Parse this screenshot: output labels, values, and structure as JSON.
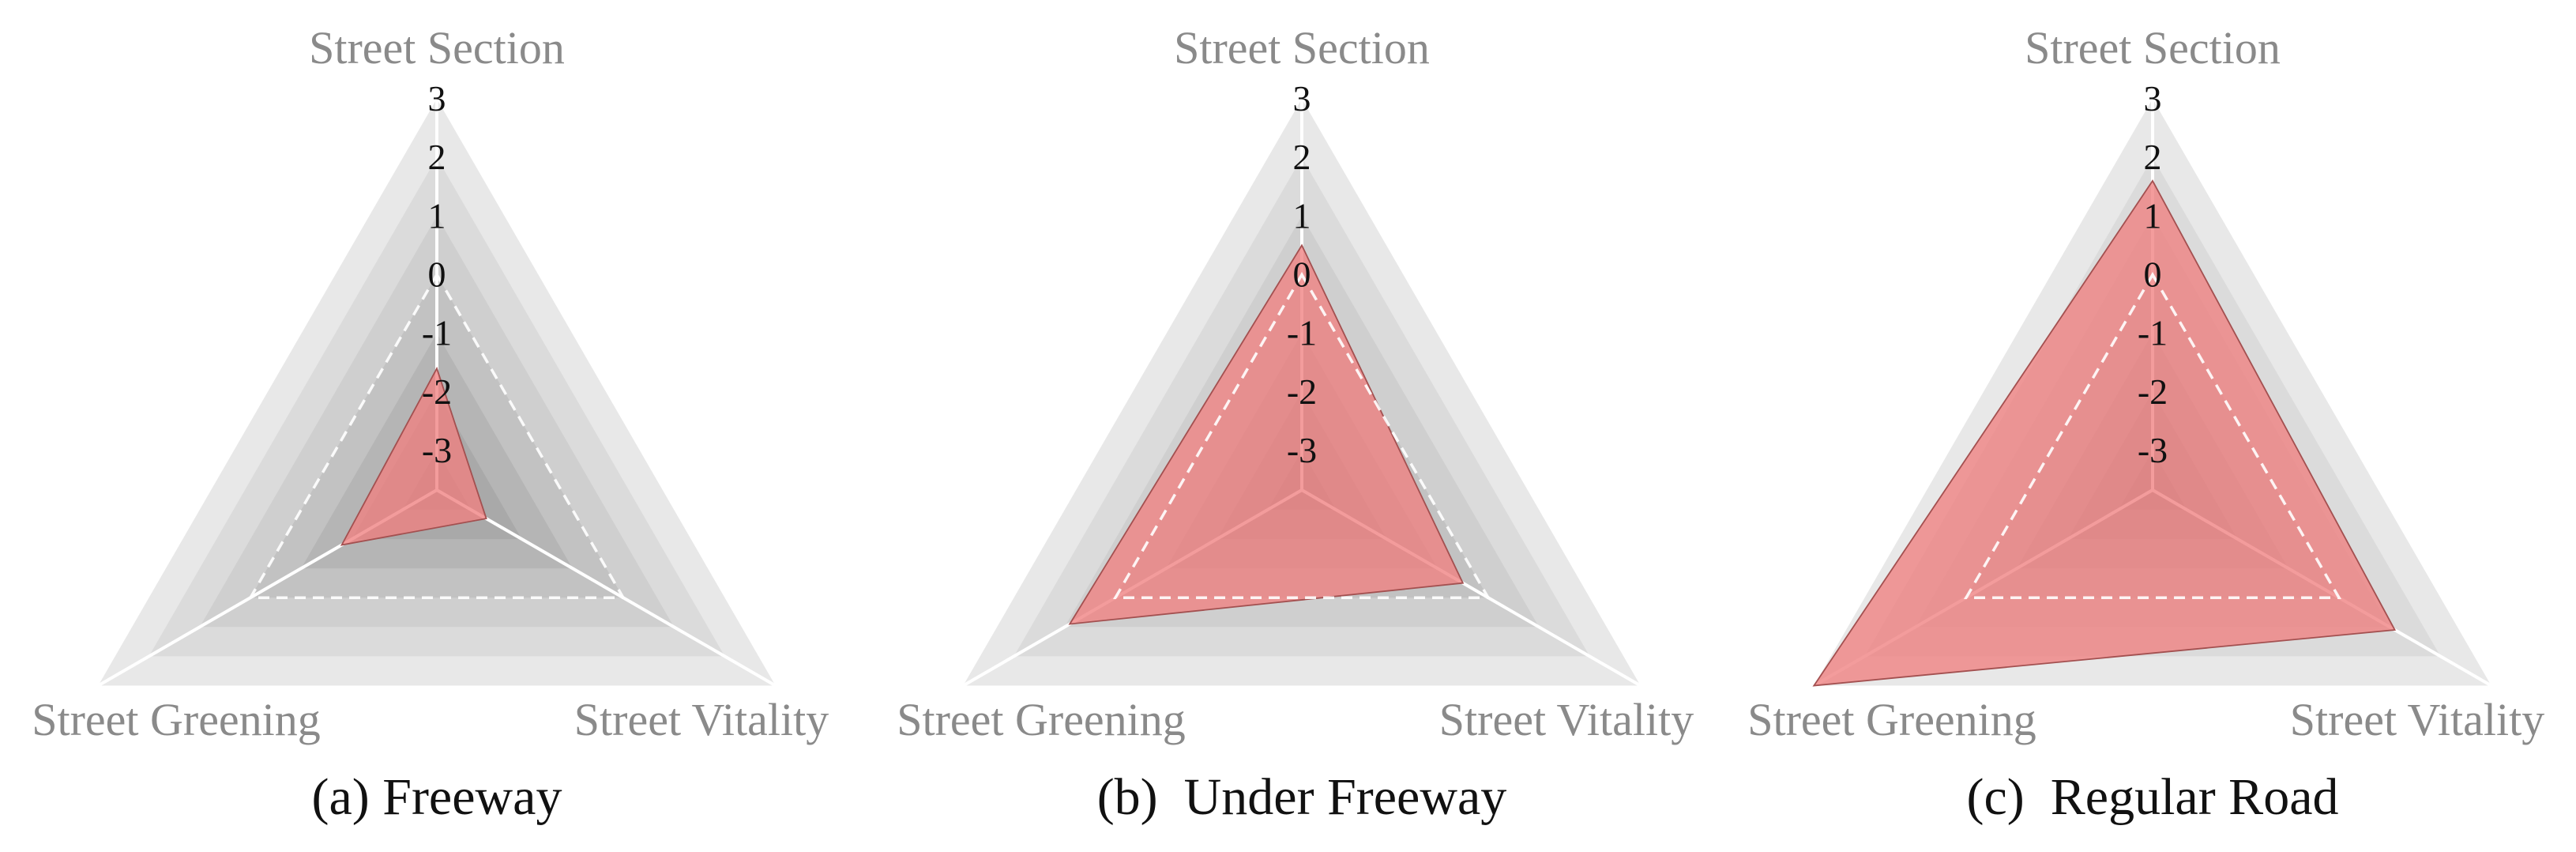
{
  "chart_data": [
    {
      "type": "radar",
      "caption": "(a) Freeway",
      "axes": [
        "Street Section",
        "Street Vitality",
        "Street Greening"
      ],
      "ticks": [
        "3",
        "2",
        "1",
        "0",
        "-1",
        "-2",
        "-3"
      ],
      "range": [
        -3,
        3
      ],
      "values": [
        -1.6,
        -2.7,
        -1.8
      ],
      "zero_reference": [
        0,
        0,
        0
      ]
    },
    {
      "type": "radar",
      "caption": "(b)  Under Freeway",
      "axes": [
        "Street Section",
        "Street Vitality",
        "Street Greening"
      ],
      "ticks": [
        "3",
        "2",
        "1",
        "0",
        "-1",
        "-2",
        "-3"
      ],
      "range": [
        -3,
        3
      ],
      "values": [
        0.5,
        -0.5,
        0.9
      ],
      "zero_reference": [
        0,
        0,
        0
      ]
    },
    {
      "type": "radar",
      "caption": "(c)  Regular Road",
      "axes": [
        "Street Section",
        "Street Vitality",
        "Street Greening"
      ],
      "ticks": [
        "3",
        "2",
        "1",
        "0",
        "-1",
        "-2",
        "-3"
      ],
      "range": [
        -3,
        3
      ],
      "values": [
        1.6,
        1.1,
        3.0
      ],
      "zero_reference": [
        0,
        0,
        0
      ]
    }
  ],
  "colors": {
    "band_outer": "#e8e8e8",
    "band_inner": "#9c9c9c",
    "fill": "#f08080",
    "edge": "#a35050",
    "axis_line": "#ffffff",
    "axis_title": "#8a8a8a"
  }
}
